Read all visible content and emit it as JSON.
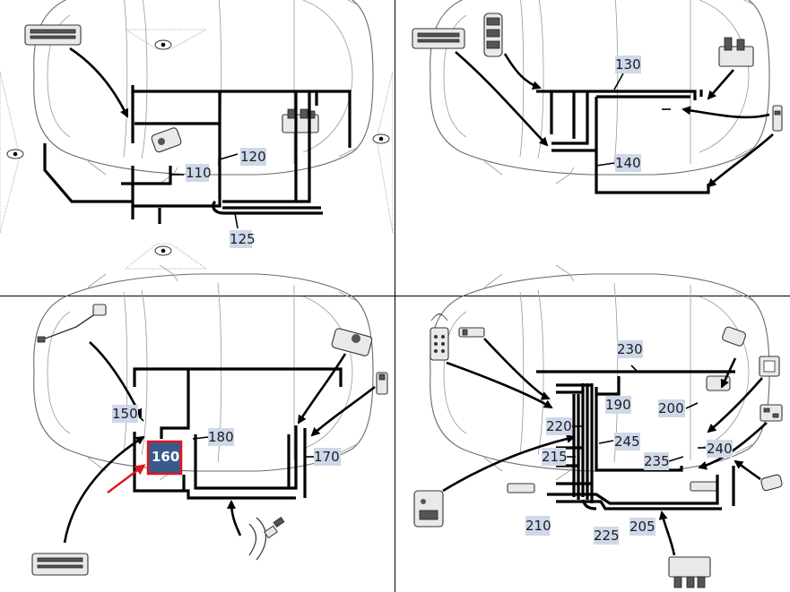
{
  "panels": {
    "top_left": {
      "labels": [
        "110",
        "120",
        "125"
      ]
    },
    "top_right": {
      "labels": [
        "130",
        "140"
      ]
    },
    "bottom_left": {
      "labels": [
        "150",
        "160",
        "170",
        "180"
      ],
      "highlighted": "160"
    },
    "bottom_right": {
      "labels": [
        "190",
        "200",
        "205",
        "210",
        "215",
        "220",
        "225",
        "230",
        "235",
        "240",
        "245"
      ]
    }
  },
  "colors": {
    "label_background": "#cfd8e6",
    "highlight_fill": "#3a5a8c",
    "highlight_border": "#e0141b",
    "highlight_arrow": "#e0141b"
  }
}
